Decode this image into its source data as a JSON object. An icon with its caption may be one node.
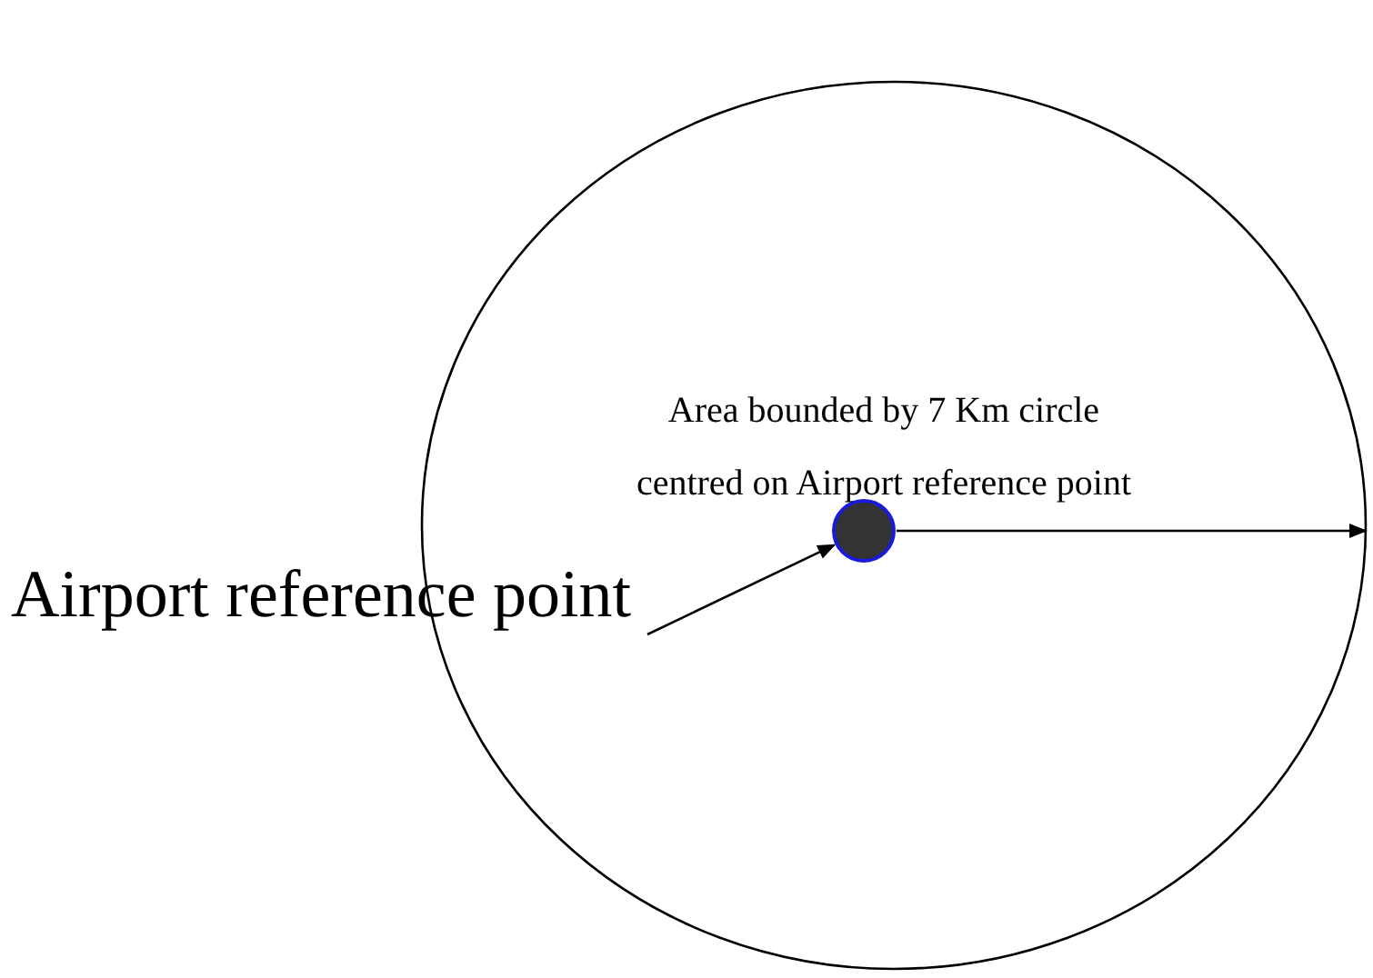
{
  "diagram": {
    "nodes": [
      {
        "text": [
          "Area bounded by 7 Km circle centred on Airport reference point"
        ]
      },
      {
        "text": [],
        "shape": "circle",
        "in": 0
      },
      {
        "text": [
          "Airport reference point"
        ]
      }
    ],
    "edges": [
      {
        "from": 2,
        "to": 1,
        "arrow": "to"
      },
      {
        "from": 1,
        "to": 0,
        "arrow": "to"
      }
    ]
  }
}
